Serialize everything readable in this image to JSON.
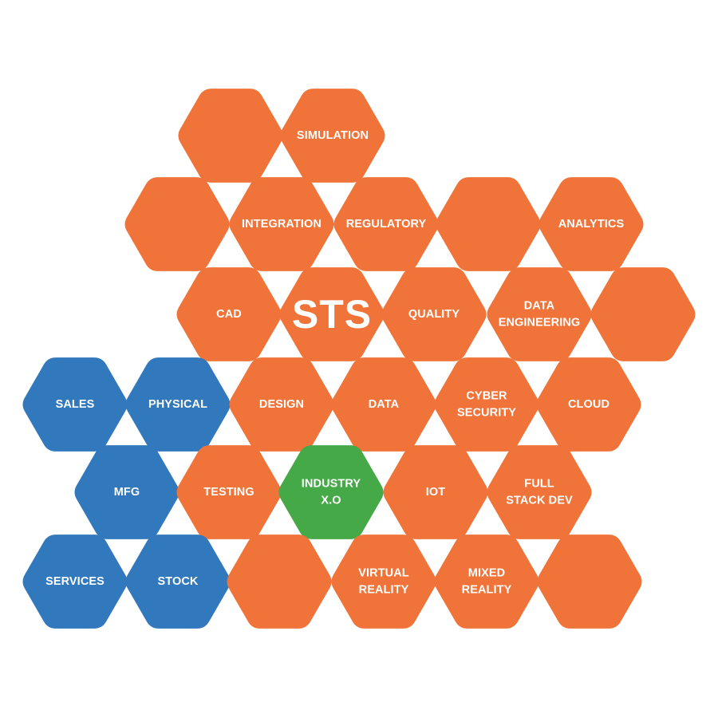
{
  "colors": {
    "orange": "#f07339",
    "blue": "#3278bd",
    "green": "#46a947"
  },
  "hexes": [
    {
      "id": "blank-1",
      "lines": [],
      "color": "orange"
    },
    {
      "id": "simulation",
      "lines": [
        "SIMULATION"
      ],
      "color": "orange"
    },
    {
      "id": "blank-2",
      "lines": [],
      "color": "orange"
    },
    {
      "id": "integration",
      "lines": [
        "INTEGRATION"
      ],
      "color": "orange"
    },
    {
      "id": "regulatory",
      "lines": [
        "REGULATORY"
      ],
      "color": "orange"
    },
    {
      "id": "blank-3",
      "lines": [],
      "color": "orange"
    },
    {
      "id": "analytics",
      "lines": [
        "ANALYTICS"
      ],
      "color": "orange"
    },
    {
      "id": "cad",
      "lines": [
        "CAD"
      ],
      "color": "orange"
    },
    {
      "id": "sts",
      "lines": [
        "STS"
      ],
      "color": "orange",
      "big": true
    },
    {
      "id": "quality",
      "lines": [
        "QUALITY"
      ],
      "color": "orange"
    },
    {
      "id": "data-engineering",
      "lines": [
        "DATA",
        "ENGINEERING"
      ],
      "color": "orange"
    },
    {
      "id": "blank-4",
      "lines": [],
      "color": "orange"
    },
    {
      "id": "sales",
      "lines": [
        "SALES"
      ],
      "color": "blue"
    },
    {
      "id": "physical",
      "lines": [
        "PHYSICAL"
      ],
      "color": "blue"
    },
    {
      "id": "design",
      "lines": [
        "DESIGN"
      ],
      "color": "orange"
    },
    {
      "id": "data",
      "lines": [
        "DATA"
      ],
      "color": "orange"
    },
    {
      "id": "cyber-security",
      "lines": [
        "CYBER",
        "SECURITY"
      ],
      "color": "orange"
    },
    {
      "id": "cloud",
      "lines": [
        "CLOUD"
      ],
      "color": "orange"
    },
    {
      "id": "mfg",
      "lines": [
        "MFG"
      ],
      "color": "blue"
    },
    {
      "id": "testing",
      "lines": [
        "TESTING"
      ],
      "color": "orange"
    },
    {
      "id": "industry-xo",
      "lines": [
        "INDUSTRY",
        "X.O"
      ],
      "color": "green"
    },
    {
      "id": "iot",
      "lines": [
        "IOT"
      ],
      "color": "orange"
    },
    {
      "id": "full-stack-dev",
      "lines": [
        "FULL",
        "STACK DEV"
      ],
      "color": "orange"
    },
    {
      "id": "services",
      "lines": [
        "SERVICES"
      ],
      "color": "blue"
    },
    {
      "id": "stock",
      "lines": [
        "STOCK"
      ],
      "color": "blue"
    },
    {
      "id": "blank-5",
      "lines": [],
      "color": "orange"
    },
    {
      "id": "virtual-reality",
      "lines": [
        "VIRTUAL",
        "REALITY"
      ],
      "color": "orange"
    },
    {
      "id": "mixed-reality",
      "lines": [
        "MIXED",
        "REALITY"
      ],
      "color": "orange"
    },
    {
      "id": "blank-6",
      "lines": [],
      "color": "orange"
    }
  ]
}
